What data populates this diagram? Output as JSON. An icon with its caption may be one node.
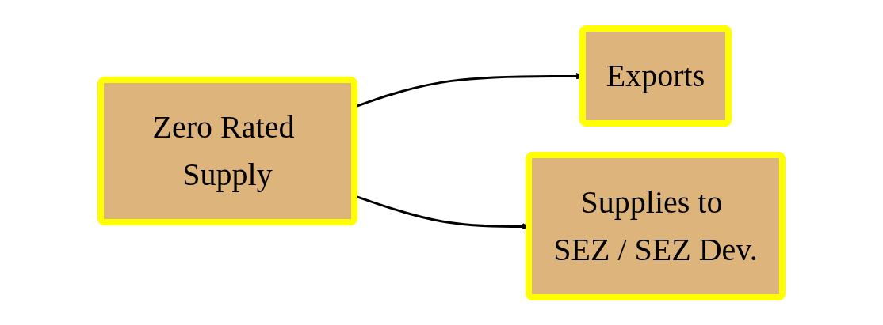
{
  "diagram": {
    "nodes": [
      {
        "text": [
          "Zero Rated Supply"
        ]
      },
      {
        "text": [
          "Exports"
        ]
      },
      {
        "text": [
          "Supplies to SEZ / SEZ Dev."
        ]
      }
    ],
    "edges": [
      {
        "from": 0,
        "to": 1,
        "arrow": "to"
      },
      {
        "from": 0,
        "to": 2,
        "arrow": "to"
      }
    ]
  }
}
